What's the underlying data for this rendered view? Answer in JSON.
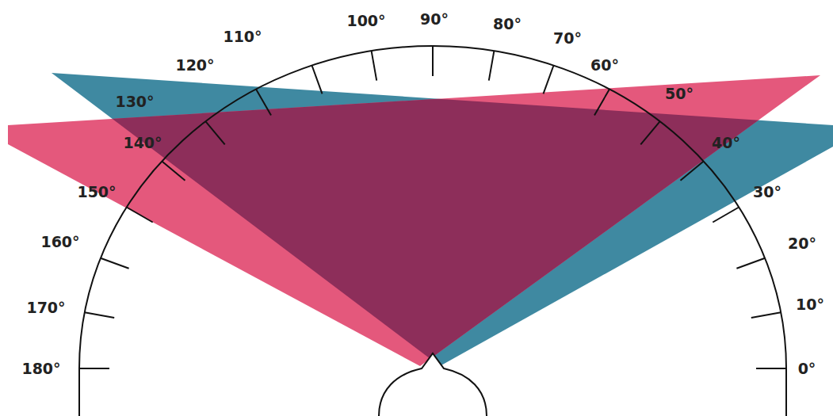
{
  "diagram": {
    "labels": [
      "110°",
      "100°",
      "90°",
      "80°",
      "70°",
      "120°",
      "60°",
      "130°",
      "50°",
      "140°",
      "40°",
      "150°",
      "30°",
      "160°",
      "20°",
      "170°",
      "10°",
      "180°",
      "0°"
    ]
  }
}
